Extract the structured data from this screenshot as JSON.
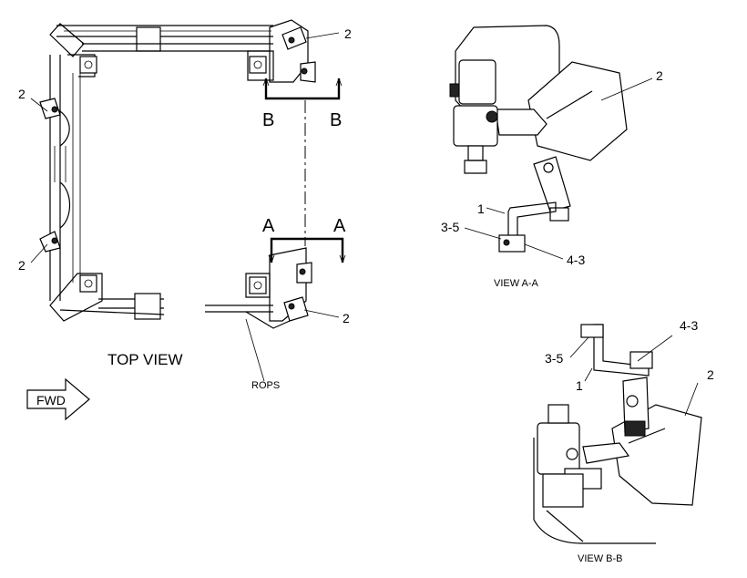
{
  "top_view": {
    "title": "TOP VIEW",
    "rops_label": "ROPS",
    "fwd_label": "FWD",
    "callouts": [
      "2",
      "2",
      "2",
      "2"
    ],
    "section_a": [
      "A",
      "A"
    ],
    "section_b": [
      "B",
      "B"
    ]
  },
  "view_a": {
    "caption": "VIEW A-A",
    "callouts": [
      "2",
      "1",
      "3-5",
      "4-3"
    ]
  },
  "view_b": {
    "caption": "VIEW B-B",
    "callouts": [
      "4-3",
      "3-5",
      "1",
      "2"
    ]
  }
}
